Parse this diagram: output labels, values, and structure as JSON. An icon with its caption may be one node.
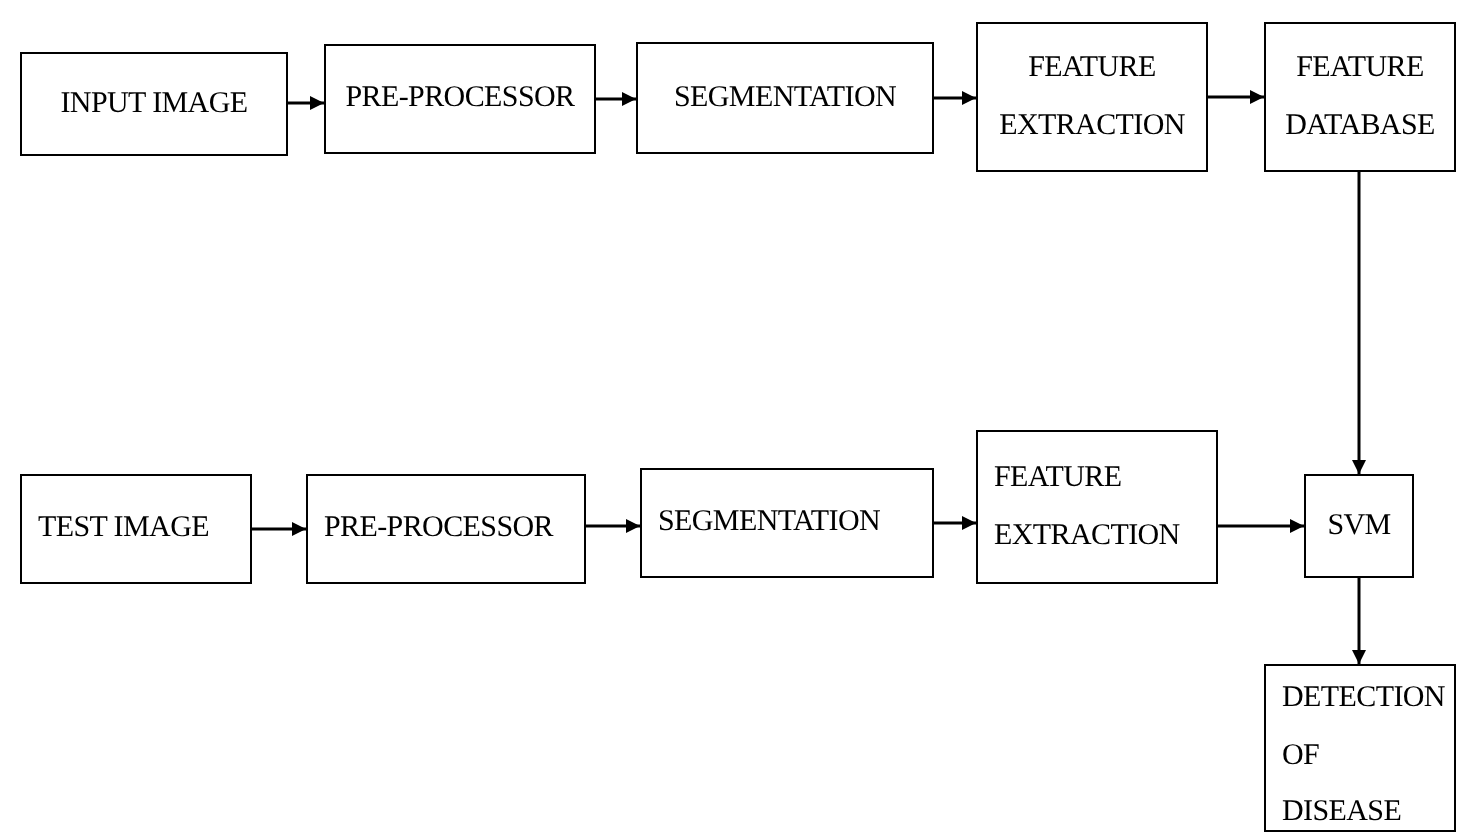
{
  "diagram": {
    "nodes": [
      {
        "text": [
          "INPUT IMAGE"
        ]
      },
      {
        "text": [
          "PRE-PROCESSOR"
        ]
      },
      {
        "text": [
          "SEGMENTATION"
        ]
      },
      {
        "text": [
          "FEATURE EXTRACTION"
        ]
      },
      {
        "text": [
          "FEATURE DATABASE"
        ]
      },
      {
        "text": [
          "TEST IMAGE"
        ]
      },
      {
        "text": [
          "PRE-PROCESSOR"
        ]
      },
      {
        "text": [
          "SEGMENTATION"
        ]
      },
      {
        "text": [
          "FEATURE EXTRACTION"
        ]
      },
      {
        "text": [
          "SVM"
        ]
      },
      {
        "text": [
          "DETECTION OF DISEASE"
        ]
      }
    ],
    "edges": [
      {
        "from": 0,
        "to": 1,
        "arrow": "to"
      },
      {
        "from": 1,
        "to": 2,
        "arrow": "to"
      },
      {
        "from": 2,
        "to": 3,
        "arrow": "to"
      },
      {
        "from": 3,
        "to": 4,
        "arrow": "to"
      },
      {
        "from": 4,
        "to": 9,
        "arrow": "to"
      },
      {
        "from": 5,
        "to": 6,
        "arrow": "to"
      },
      {
        "from": 6,
        "to": 7,
        "arrow": "to"
      },
      {
        "from": 7,
        "to": 8,
        "arrow": "to"
      },
      {
        "from": 8,
        "to": 9,
        "arrow": "to"
      },
      {
        "from": 9,
        "to": 10,
        "arrow": "to"
      }
    ]
  }
}
